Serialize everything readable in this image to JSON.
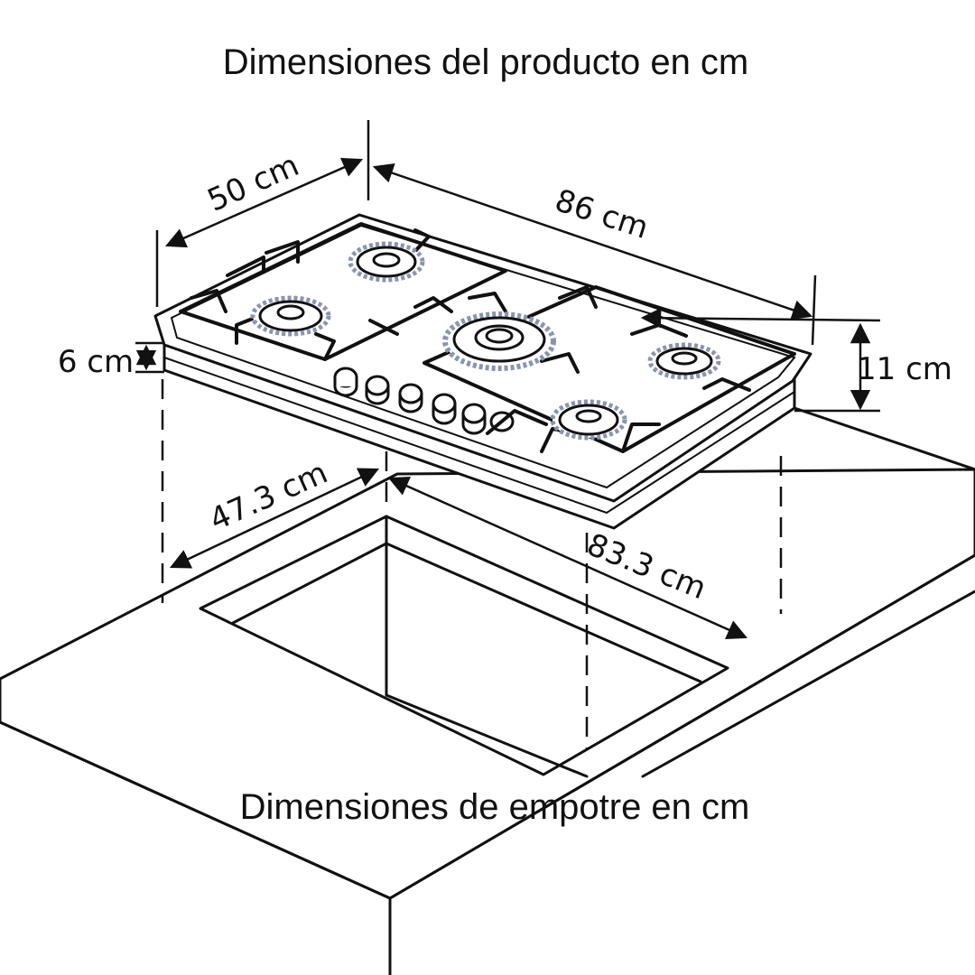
{
  "titles": {
    "product": "Dimensiones del producto en cm",
    "embed": "Dimensiones de empotre en cm"
  },
  "dimensions": {
    "depth": "50 cm",
    "width": "86 cm",
    "thickness": "6 cm",
    "height": "11 cm",
    "cutout_depth": "47.3 cm",
    "cutout_width": "83.3 cm"
  },
  "colors": {
    "line": "#111111",
    "burner_accent": "#8a94b0",
    "background": "#ffffff"
  }
}
